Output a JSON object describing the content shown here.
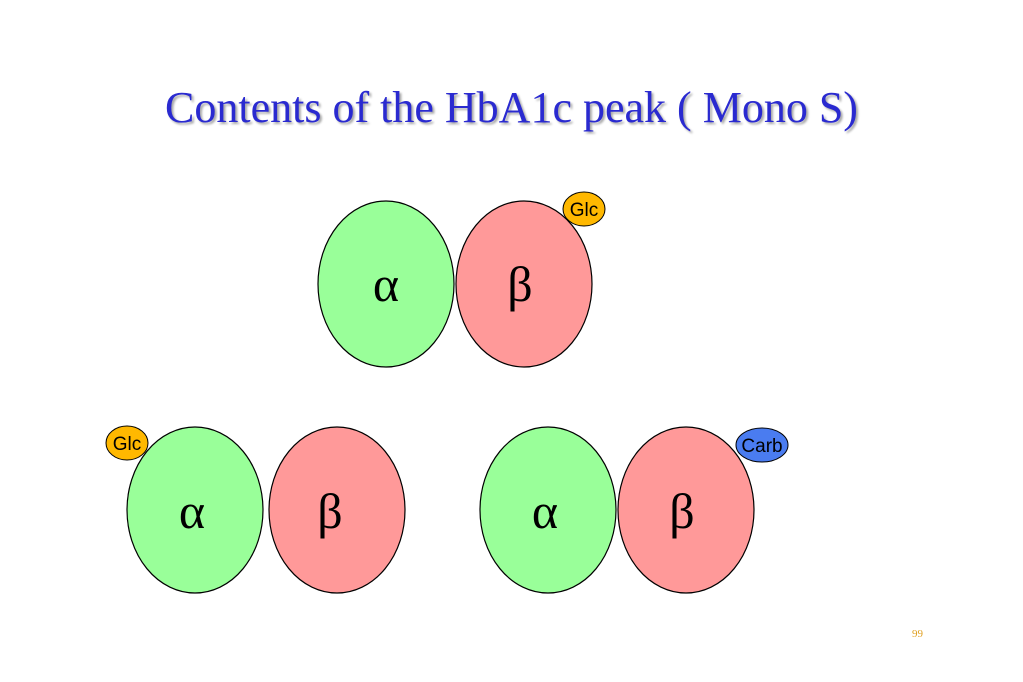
{
  "title": "Contents of the HbA1c peak ( Mono S)",
  "page_number": "99",
  "colors": {
    "title": "#2a2ad0",
    "alpha_fill": "#99ff99",
    "beta_fill": "#ff9999",
    "glc_fill": "#ffb800",
    "carb_fill": "#4a7cf0",
    "page_number": "#e0a020"
  },
  "dimers": [
    {
      "alpha_label": "α",
      "beta_label": "β",
      "tag": {
        "label": "Glc",
        "attached_to": "beta"
      }
    },
    {
      "alpha_label": "α",
      "beta_label": "β",
      "tag": {
        "label": "Glc",
        "attached_to": "alpha"
      }
    },
    {
      "alpha_label": "α",
      "beta_label": "β",
      "tag": {
        "label": "Carb",
        "attached_to": "beta"
      }
    }
  ]
}
